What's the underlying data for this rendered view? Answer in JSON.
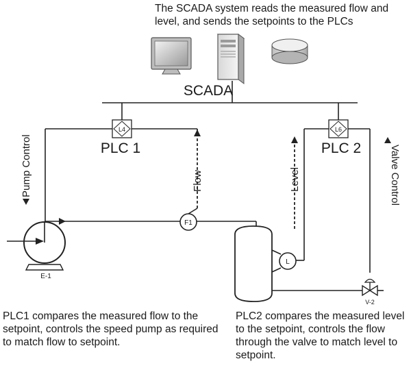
{
  "captions": {
    "top": "The SCADA system reads the measured flow and level, and sends the setpoints to the PLCs",
    "plc1": "PLC1 compares the measured flow to the setpoint, controls the speed pump as required to match flow to setpoint.",
    "plc2": "PLC2 compares the measured level to the setpoint, controls the flow through the valve to match level to setpoint."
  },
  "labels": {
    "scada": "SCADA",
    "plc1": "PLC 1",
    "plc2": "PLC 2",
    "pump_control": "Pump Control",
    "flow": "Flow",
    "level": "Level",
    "valve_control": "Valve Control",
    "flow_instrument": "F1",
    "level_instrument": "L",
    "pump_tag": "E-1",
    "valve_tag": "V-2"
  }
}
